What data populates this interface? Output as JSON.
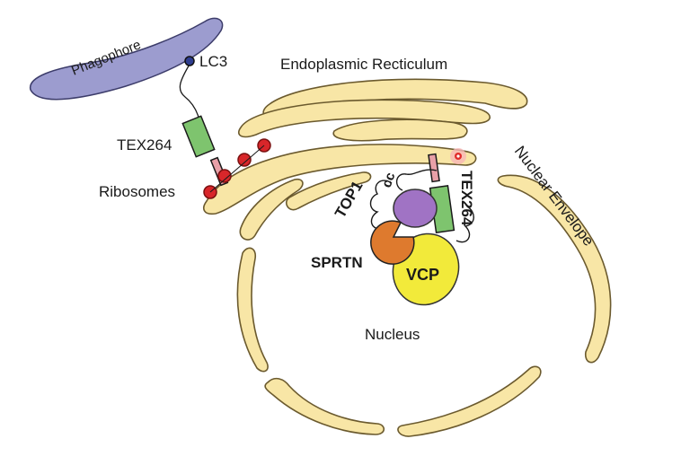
{
  "labels": {
    "phagophore": "Phagophore",
    "lc3": "LC3",
    "er": "Endoplasmic Recticulum",
    "tex264_left": "TEX264",
    "ribosomes": "Ribosomes",
    "nuclear_envelope": "Nuclear Envelope",
    "top1": "TOP1",
    "cc": "cc",
    "tex264_right": "TEX264",
    "sprtn": "SPRTN",
    "vcp": "VCP",
    "nucleus": "Nucleus"
  },
  "colors": {
    "membrane_fill": "#f8e6a6",
    "membrane_stroke": "#6b5a2e",
    "phagophore_fill": "#9c9ccf",
    "lc3_dot": "#2e3d8f",
    "tex264_green": "#7ec46e",
    "tex264_pink": "#e8a0a8",
    "ribosome_red": "#d8262a",
    "top1_purple": "#a073c4",
    "top1_label": "#9a55c0",
    "sprtn_orange": "#de7a2e",
    "vcp_yellow": "#f2ea3a"
  }
}
